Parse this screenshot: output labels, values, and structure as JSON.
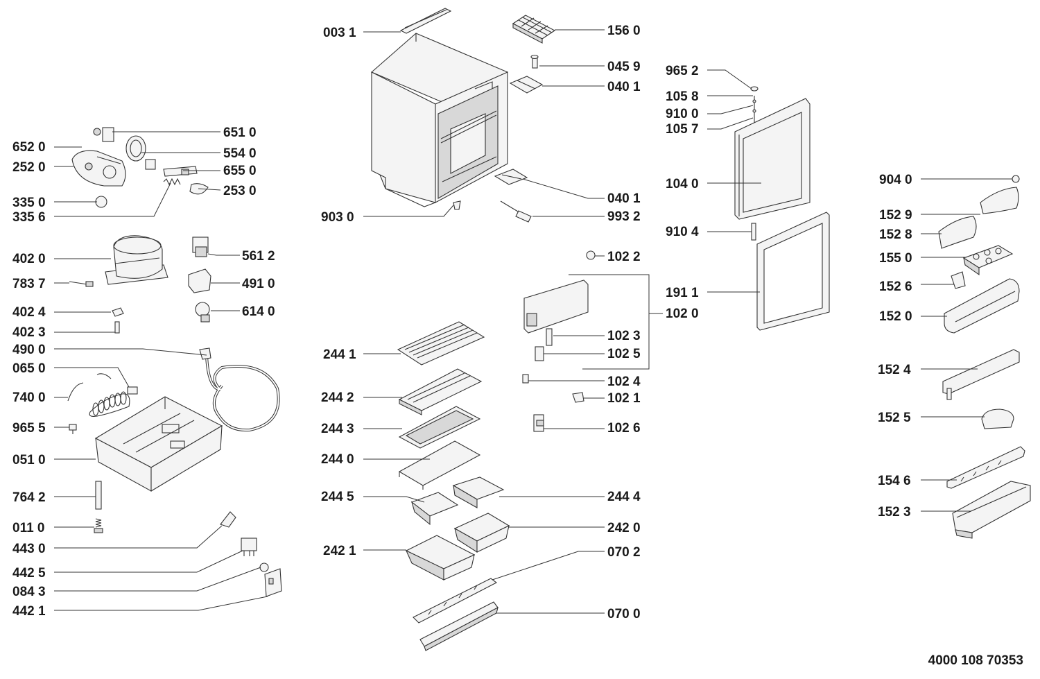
{
  "diagram": {
    "drawing_number": "4000 108 70353",
    "part_labels": [
      {
        "id": "p003_1",
        "text": "003 1"
      },
      {
        "id": "p156_0",
        "text": "156 0"
      },
      {
        "id": "p045_9",
        "text": "045 9"
      },
      {
        "id": "p040_1a",
        "text": "040 1"
      },
      {
        "id": "p040_1b",
        "text": "040 1"
      },
      {
        "id": "p903_0",
        "text": "903 0"
      },
      {
        "id": "p993_2",
        "text": "993 2"
      },
      {
        "id": "p651_0",
        "text": "651 0"
      },
      {
        "id": "p652_0",
        "text": "652 0"
      },
      {
        "id": "p554_0",
        "text": "554 0"
      },
      {
        "id": "p252_0",
        "text": "252 0"
      },
      {
        "id": "p655_0",
        "text": "655 0"
      },
      {
        "id": "p253_0",
        "text": "253 0"
      },
      {
        "id": "p335_0",
        "text": "335 0"
      },
      {
        "id": "p335_6",
        "text": "335 6"
      },
      {
        "id": "p402_0",
        "text": "402 0"
      },
      {
        "id": "p561_2",
        "text": "561 2"
      },
      {
        "id": "p783_7",
        "text": "783 7"
      },
      {
        "id": "p491_0",
        "text": "491 0"
      },
      {
        "id": "p402_4",
        "text": "402 4"
      },
      {
        "id": "p614_0",
        "text": "614 0"
      },
      {
        "id": "p402_3",
        "text": "402 3"
      },
      {
        "id": "p490_0",
        "text": "490 0"
      },
      {
        "id": "p065_0",
        "text": "065 0"
      },
      {
        "id": "p740_0",
        "text": "740 0"
      },
      {
        "id": "p965_5",
        "text": "965 5"
      },
      {
        "id": "p051_0",
        "text": "051 0"
      },
      {
        "id": "p764_2",
        "text": "764 2"
      },
      {
        "id": "p011_0",
        "text": "011 0"
      },
      {
        "id": "p443_0",
        "text": "443 0"
      },
      {
        "id": "p442_5",
        "text": "442 5"
      },
      {
        "id": "p084_3",
        "text": "084 3"
      },
      {
        "id": "p442_1",
        "text": "442 1"
      },
      {
        "id": "p102_2",
        "text": "102 2"
      },
      {
        "id": "p102_0",
        "text": "102 0"
      },
      {
        "id": "p102_3",
        "text": "102 3"
      },
      {
        "id": "p102_5",
        "text": "102 5"
      },
      {
        "id": "p102_4",
        "text": "102 4"
      },
      {
        "id": "p102_1",
        "text": "102 1"
      },
      {
        "id": "p102_6",
        "text": "102 6"
      },
      {
        "id": "p244_1",
        "text": "244 1"
      },
      {
        "id": "p244_2",
        "text": "244 2"
      },
      {
        "id": "p244_3",
        "text": "244 3"
      },
      {
        "id": "p244_0",
        "text": "244 0"
      },
      {
        "id": "p244_5",
        "text": "244 5"
      },
      {
        "id": "p244_4",
        "text": "244 4"
      },
      {
        "id": "p242_0",
        "text": "242 0"
      },
      {
        "id": "p242_1",
        "text": "242 1"
      },
      {
        "id": "p070_2",
        "text": "070 2"
      },
      {
        "id": "p070_0",
        "text": "070 0"
      },
      {
        "id": "p965_2",
        "text": "965 2"
      },
      {
        "id": "p105_8",
        "text": "105 8"
      },
      {
        "id": "p910_0",
        "text": "910 0"
      },
      {
        "id": "p105_7",
        "text": "105 7"
      },
      {
        "id": "p104_0",
        "text": "104 0"
      },
      {
        "id": "p910_4",
        "text": "910 4"
      },
      {
        "id": "p191_1",
        "text": "191 1"
      },
      {
        "id": "p904_0",
        "text": "904 0"
      },
      {
        "id": "p152_9",
        "text": "152 9"
      },
      {
        "id": "p152_8",
        "text": "152 8"
      },
      {
        "id": "p155_0",
        "text": "155 0"
      },
      {
        "id": "p152_6",
        "text": "152 6"
      },
      {
        "id": "p152_0",
        "text": "152 0"
      },
      {
        "id": "p152_4",
        "text": "152 4"
      },
      {
        "id": "p152_5",
        "text": "152 5"
      },
      {
        "id": "p154_6",
        "text": "154 6"
      },
      {
        "id": "p152_3",
        "text": "152 3"
      }
    ]
  }
}
